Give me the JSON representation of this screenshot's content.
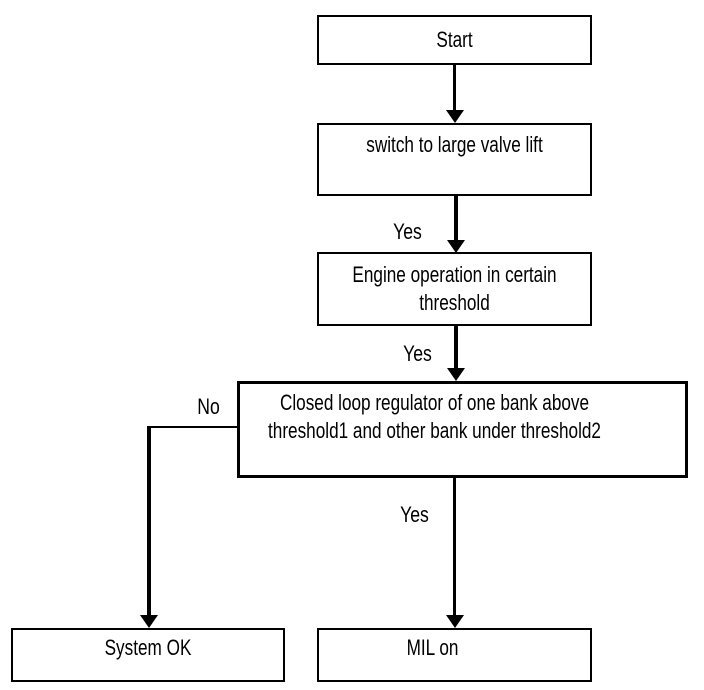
{
  "diagram": {
    "type": "flowchart",
    "colors": {
      "background": "#ffffff",
      "line": "#000000",
      "text": "#000000"
    },
    "nodes": {
      "start": {
        "label": "Start"
      },
      "switch_valve": {
        "label": "switch to large valve lift"
      },
      "engine_threshold": {
        "label": "Engine operation in certain\nthreshold"
      },
      "closed_loop": {
        "label": "Closed loop regulator of one bank above\nthreshold1 and other bank under threshold2"
      },
      "system_ok": {
        "label": "System OK"
      },
      "mil_on": {
        "label": "MIL on"
      }
    },
    "edges": [
      {
        "from": "start",
        "to": "switch_valve",
        "label": ""
      },
      {
        "from": "switch_valve",
        "to": "engine_threshold",
        "label": "Yes"
      },
      {
        "from": "engine_threshold",
        "to": "closed_loop",
        "label": "Yes"
      },
      {
        "from": "closed_loop",
        "to": "mil_on",
        "label": "Yes"
      },
      {
        "from": "closed_loop",
        "to": "system_ok",
        "label": "No"
      }
    ]
  }
}
